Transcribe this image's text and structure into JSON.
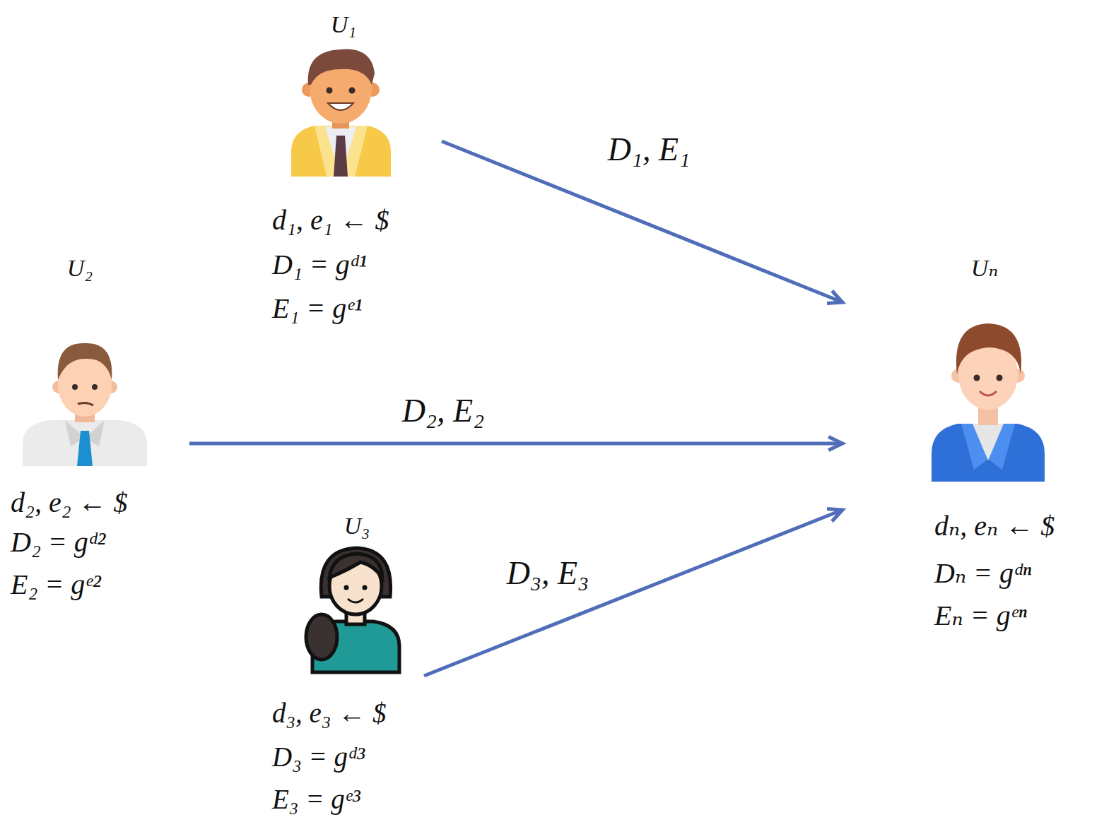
{
  "diagram": {
    "nodes": [
      {
        "text": [
          "U₁",
          "d₁, e₁ ← $",
          "D₁ = gᵈ¹",
          "E₁ = gᵉ¹"
        ]
      },
      {
        "text": [
          "U₂",
          "d₂, e₂ ← $",
          "D₂ = gᵈ²",
          "E₂ = gᵉ²"
        ]
      },
      {
        "text": [
          "U₃",
          "d₃, e₃ ← $",
          "D₃ = gᵈ³",
          "E₃ = gᵉ³"
        ]
      },
      {
        "text": [
          "Uₙ",
          "dₙ, eₙ ← $",
          "Dₙ = gᵈⁿ",
          "Eₙ = gᵉⁿ"
        ]
      }
    ],
    "edges": [
      {
        "from": 0,
        "to": 3,
        "arrow": "to",
        "label": "D₁, E₁"
      },
      {
        "from": 1,
        "to": 3,
        "arrow": "to",
        "label": "D₂, E₂"
      },
      {
        "from": 2,
        "to": 3,
        "arrow": "to",
        "label": "D₃, E₃"
      }
    ]
  }
}
